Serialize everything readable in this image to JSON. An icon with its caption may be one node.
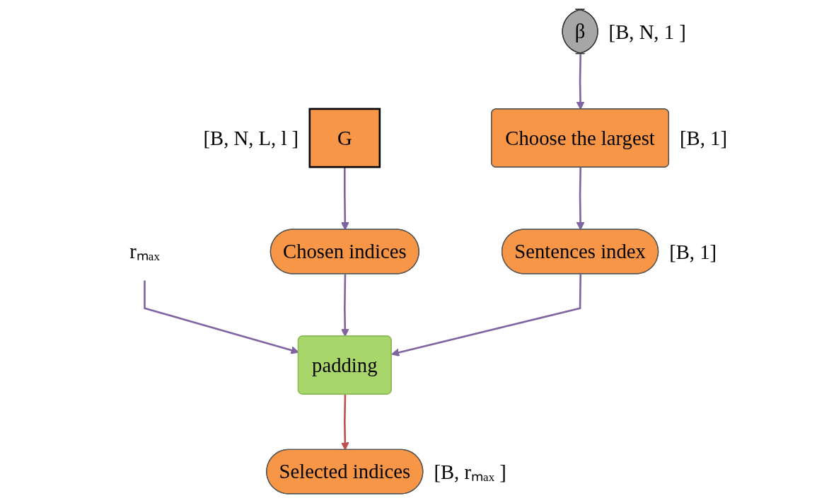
{
  "diagram": {
    "nodes": [
      {
        "text": [
          "G"
        ],
        "beside": [
          "[B, N, L, l ]"
        ]
      },
      {
        "text": [
          "β"
        ],
        "beside": [
          "[B, N, 1 ]"
        ]
      },
      {
        "text": [
          "Choose the largest"
        ],
        "beside": [
          "[B, 1]"
        ]
      },
      {
        "text": [
          "rₘₐₓ"
        ]
      },
      {
        "text": [
          "Chosen indices"
        ]
      },
      {
        "text": [
          "padding"
        ]
      },
      {
        "text": [
          "Sentences index"
        ],
        "beside": [
          "[B, 1]"
        ]
      },
      {
        "text": [
          "Selected indices"
        ],
        "beside": [
          "[B, rₘₐₓ ]"
        ]
      }
    ],
    "edges": [
      {
        "from": 0,
        "to": 4,
        "arrow": "to"
      },
      {
        "from": 1,
        "to": 2,
        "arrow": "to"
      },
      {
        "from": 2,
        "to": 6,
        "arrow": "to"
      },
      {
        "from": 3,
        "to": 5,
        "arrow": "to"
      },
      {
        "from": 4,
        "to": 5,
        "arrow": "to"
      },
      {
        "from": 6,
        "to": 5,
        "arrow": "to"
      },
      {
        "from": 5,
        "to": 7,
        "arrow": "to",
        "color": "#c0504d"
      }
    ]
  }
}
